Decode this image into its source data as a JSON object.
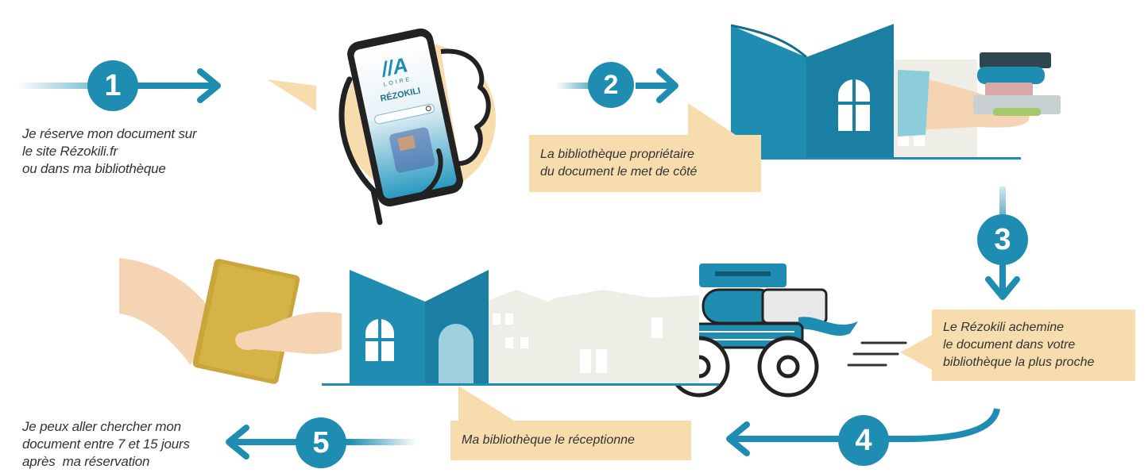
{
  "colors": {
    "accent": "#1e8db1",
    "accent_dark": "#1a6f8c",
    "bubble": "#f7dcae",
    "building": "#efeee6",
    "text": "#333333"
  },
  "steps": [
    {
      "number": "1",
      "caption": [
        "Je réserve mon document sur",
        "le site Rézokili.fr",
        "ou dans ma bibliothèque"
      ]
    },
    {
      "number": "2",
      "caption": [
        "La bibliothèque propriétaire",
        "du document le met de côté"
      ]
    },
    {
      "number": "3",
      "caption": [
        "Le Rézokili achemine",
        "le document dans votre",
        "bibliothèque la plus proche"
      ]
    },
    {
      "number": "4",
      "caption": [
        "Ma bibliothèque le réceptionne"
      ]
    },
    {
      "number": "5",
      "caption": [
        "Je peux aller chercher mon",
        "document entre 7 et 15 jours",
        "après  ma réservation"
      ]
    }
  ],
  "phone": {
    "logo_text": "LOIRE",
    "brand": "RÉZOKILI",
    "icons": [
      "search-icon"
    ]
  }
}
